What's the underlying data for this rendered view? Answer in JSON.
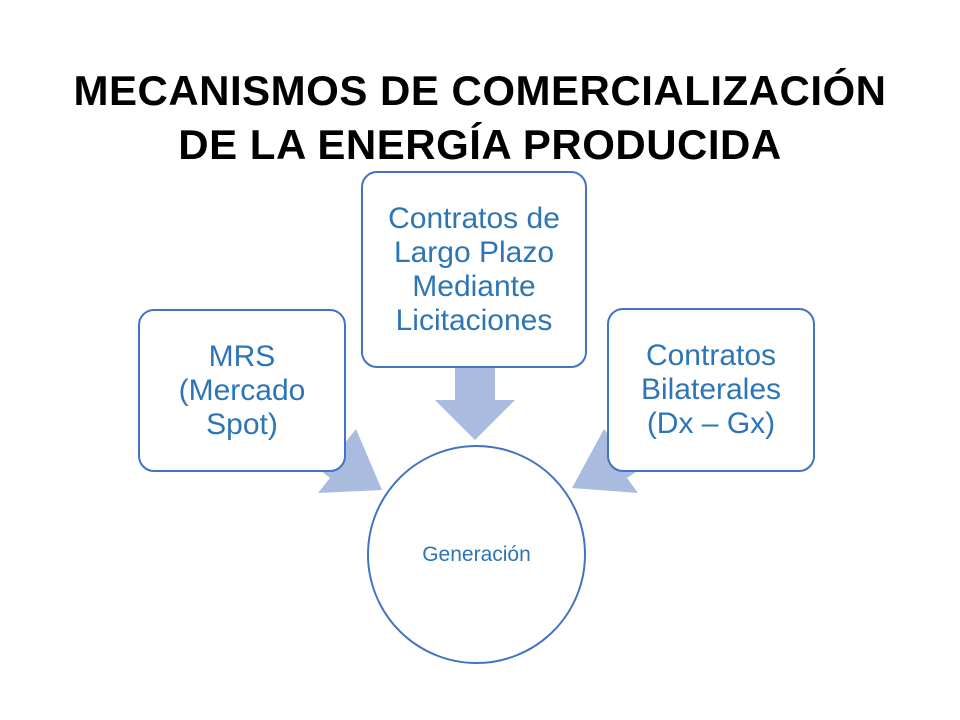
{
  "slide": {
    "title_line1": "MECANISMOS DE COMERCIALIZACIÓN",
    "title_line2": "DE LA ENERGÍA PRODUCIDA"
  },
  "diagram": {
    "center": "Generación",
    "left_box": [
      "MRS",
      "(Mercado",
      "Spot)"
    ],
    "middle_box": [
      "Contratos de",
      "Largo Plazo",
      "Mediante",
      "Licitaciones"
    ],
    "right_box": [
      "Contratos",
      "Bilaterales",
      "(Dx – Gx)"
    ]
  },
  "colors": {
    "text_blue": "#2e75b6",
    "border_blue": "#4472c4",
    "arrow_fill": "#a9bcdf"
  }
}
